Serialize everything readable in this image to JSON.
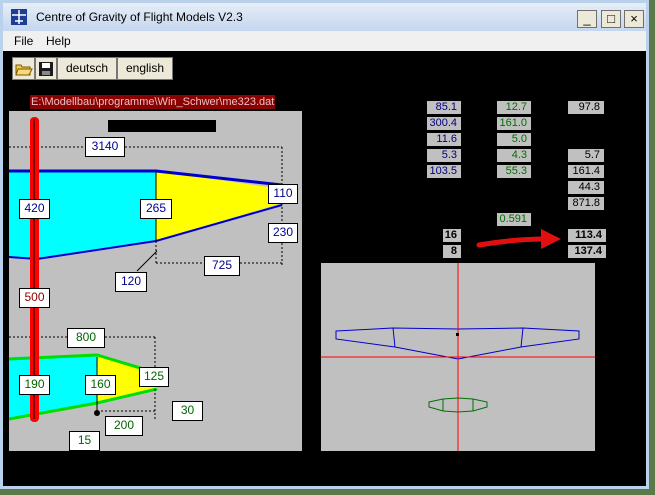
{
  "window": {
    "title": "Centre of Gravity of Flight Models V2.3",
    "minimize": "_",
    "maximize": "□",
    "close": "×"
  },
  "menu": [
    "File",
    "Help"
  ],
  "toolbar": {
    "lang_de": "deutsch",
    "lang_en": "english"
  },
  "file_path": "E:\\Modellbau\\programme\\Win_Schwer\\me323.dat",
  "results": {
    "col1": [
      "85.1",
      "300.4",
      "11.6",
      "5.3",
      "103.5"
    ],
    "col2": [
      "12.7",
      "161.0",
      "5.0",
      "4.3",
      "55.3"
    ],
    "col3": [
      "97.8",
      "5.7",
      "161.4",
      "44.3",
      "871.8"
    ],
    "green_single": "0.591",
    "bold_left": [
      "16",
      "8"
    ],
    "bold_right": [
      "113.4",
      "137.4"
    ]
  },
  "wing_labels": {
    "span": "3140",
    "root_chord": "420",
    "mid_chord": "265",
    "tip_chord": "110",
    "tip_offset": "230",
    "inner_span": "120",
    "outer_span": "725",
    "distance": "500"
  },
  "tail_labels": {
    "span": "800",
    "root_chord": "190",
    "mid_chord": "160",
    "tip_chord": "125",
    "tip_offset": "30",
    "inner_span": "15",
    "outer_span": "200"
  },
  "colors": {
    "wing_fill_inner": "#00ffff",
    "wing_fill_outer": "#ffff00",
    "tail_outline": "#00ff00",
    "fuselage": "#ff0000",
    "arrow": "#e01010"
  }
}
